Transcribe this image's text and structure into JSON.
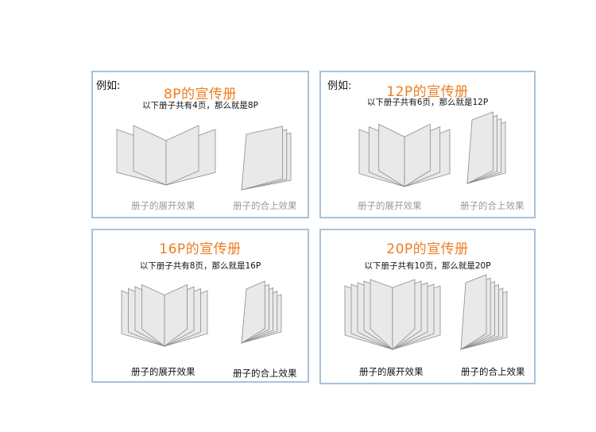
{
  "panels": [
    {
      "example": "例如:",
      "title": "8P的宣传册",
      "desc": "以下册子共有4页，那么就是8P",
      "open_caption": "册子的展开效果",
      "closed_caption": "册子的合上效果",
      "pages": 4
    },
    {
      "example": "例如:",
      "title": "12P的宣传册",
      "desc": "以下册子共有6页，那么就是12P",
      "open_caption": "册子的展开效果",
      "closed_caption": "册子的合上效果",
      "pages": 6
    },
    {
      "example": "",
      "title": "16P的宣传册",
      "desc": "以下册子共有8页，那么就是16P",
      "open_caption": "册子的展开效果",
      "closed_caption": "册子的合上效果",
      "pages": 8
    },
    {
      "example": "",
      "title": "20P的宣传册",
      "desc": "以下册子共有10页，那么就是20P",
      "open_caption": "册子的展开效果",
      "closed_caption": "册子的合上效果",
      "pages": 10
    }
  ]
}
